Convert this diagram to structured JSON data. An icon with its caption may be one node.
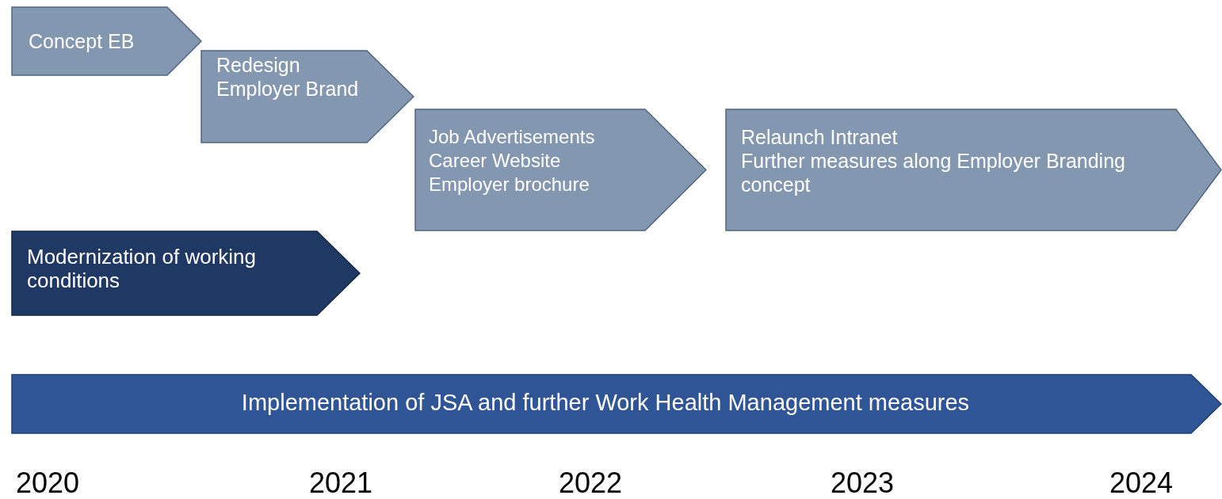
{
  "diagram": {
    "nodes": [
      {
        "text": [
          "Concept EB"
        ]
      },
      {
        "text": [
          "Redesign Employer Brand"
        ]
      },
      {
        "text": [
          "Job Advertisements",
          "Career Website",
          "Employer brochure"
        ]
      },
      {
        "text": [
          "Relaunch Intranet",
          "Further measures along Employer Branding concept"
        ]
      },
      {
        "text": [
          "Modernization of working conditions"
        ]
      },
      {
        "text": [
          "Implementation of JSA and further Work Health Management measures"
        ]
      }
    ],
    "edges": [],
    "labels": [
      "2020",
      "2021",
      "2022",
      "2023",
      "2024"
    ]
  }
}
